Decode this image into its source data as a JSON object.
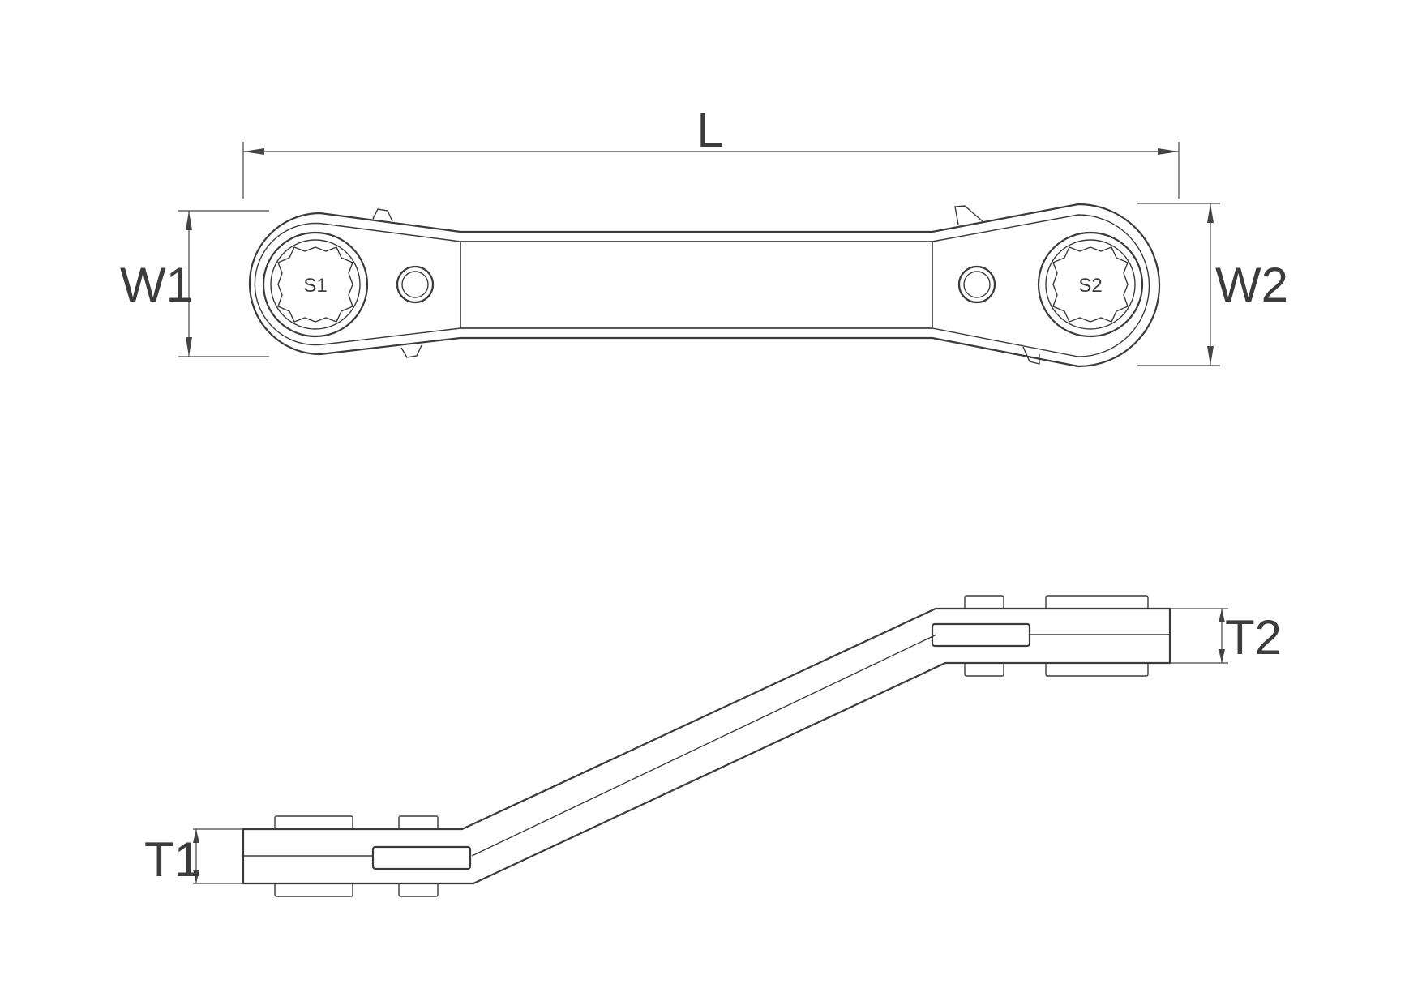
{
  "diagram": {
    "labels": {
      "length": "L",
      "width_1": "W1",
      "width_2": "W2",
      "thickness_1": "T1",
      "thickness_2": "T2",
      "size_1": "S1",
      "size_2": "S2"
    },
    "colors": {
      "line": "#3a3a3a",
      "background": "#ffffff"
    }
  }
}
